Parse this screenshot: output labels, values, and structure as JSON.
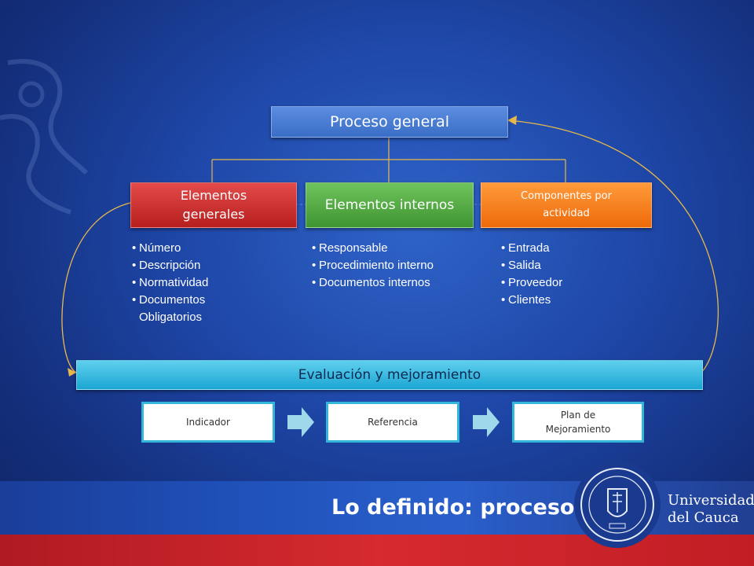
{
  "diagram": {
    "top_box": "Proceso general",
    "categories": [
      {
        "label_line1": "Elementos",
        "label_line2": "generales",
        "items": [
          "Número",
          "Descripción",
          "Normatividad",
          "Documentos Obligatorios"
        ]
      },
      {
        "label_line1": "Elementos internos",
        "label_line2": "",
        "items": [
          "Responsable",
          "Procedimiento interno",
          "Documentos internos"
        ]
      },
      {
        "label_line1": "Componentes por",
        "label_line2": "actividad",
        "items": [
          "Entrada",
          "Salida",
          "Proveedor",
          "Clientes"
        ]
      }
    ],
    "evaluation_bar": "Evaluación y mejoramiento",
    "steps": [
      {
        "line1": "Indicador",
        "line2": ""
      },
      {
        "line1": "Referencia",
        "line2": ""
      },
      {
        "line1": "Plan de",
        "line2": "Mejoramiento"
      }
    ]
  },
  "footer": {
    "title": "Lo definido: procesos",
    "university_line1": "Universidad",
    "university_line2": "del Cauca"
  },
  "colors": {
    "background": "#1e47a8",
    "general": "#c62828",
    "internal": "#4caf50",
    "components": "#f57c00",
    "evaluation": "#29b6e6",
    "connector_gold": "#e8b94a",
    "footer_red": "#c8202a"
  }
}
